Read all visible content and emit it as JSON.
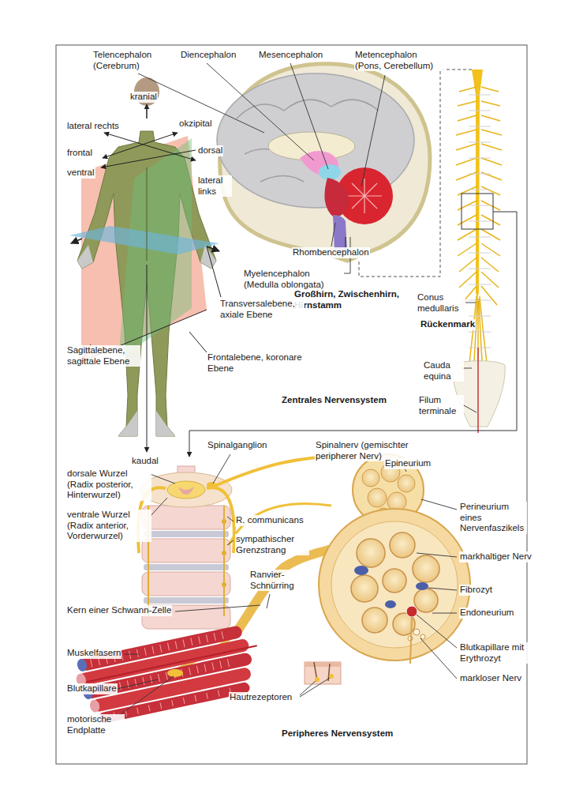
{
  "diagram": {
    "labels": [
      "Telencephalon (Cerebrum)",
      "Diencephalon",
      "Mesencephalon",
      "Metencephalon (Pons, Cerebellum)",
      "kranial",
      "lateral rechts",
      "okzipital",
      "frontal",
      "dorsal",
      "ventral",
      "lateral links",
      "Rhombencephalon",
      "Myelencephalon (Medulla oblongata)",
      "Großhirn, Zwischenhirn, Hirnstamm",
      "Conus medullaris",
      "Rückenmark",
      "Transversalebene, axiale Ebene",
      "Sagittalebene, sagittale Ebene",
      "Frontalebene, koronare Ebene",
      "Cauda equina",
      "Zentrales Nervensystem",
      "Filum terminale",
      "kaudal",
      "Spinalganglion",
      "Spinalnerv (gemischter peripherer Nerv)",
      "Epineurium",
      "dorsale Wurzel (Radix posterior, Hinterwurzel)",
      "Perineurium eines Nervenfaszikels",
      "ventrale Wurzel (Radix anterior, Vorderwurzel)",
      "R. communicans",
      "sympathischer Grenzstrang",
      "markhaltiger Nerv",
      "Ranvier-Schnürring",
      "Fibrozyt",
      "Kern einer Schwann-Zelle",
      "Endoneurium",
      "Muskelfasern",
      "Blutkapillare mit Erythrozyt",
      "Blutkapillare",
      "markloser Nerv",
      "Hautrezeptoren",
      "motorische Endplatte",
      "Peripheres Nervensystem"
    ]
  }
}
